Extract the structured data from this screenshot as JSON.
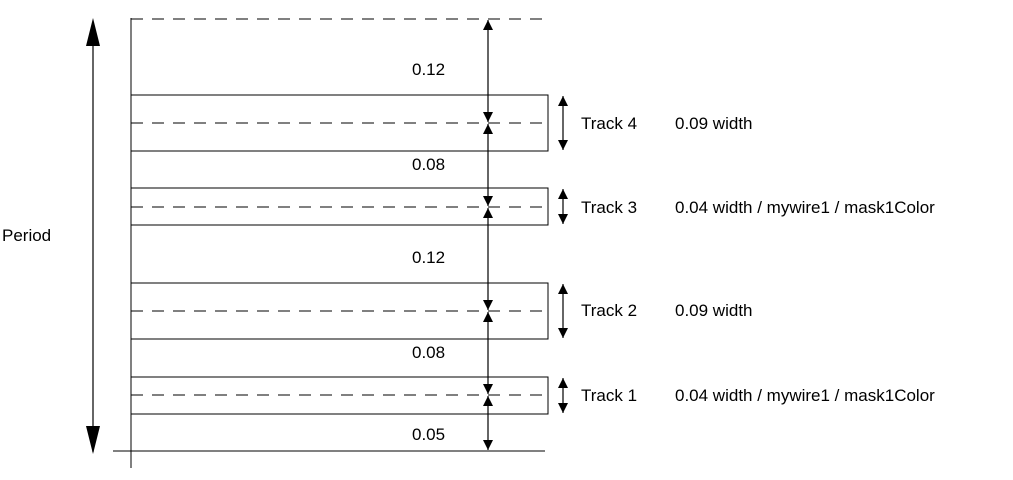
{
  "period_label": "Period",
  "tracks": [
    {
      "name": "Track 4",
      "desc": "0.09 width"
    },
    {
      "name": "Track 3",
      "desc": "0.04 width / mywire1 / mask1Color"
    },
    {
      "name": "Track 2",
      "desc": "0.09 width"
    },
    {
      "name": "Track 1",
      "desc": "0.04 width / mywire1 / mask1Color"
    }
  ],
  "spacings": [
    "0.12",
    "0.08",
    "0.12",
    "0.08",
    "0.05"
  ],
  "colors": {
    "line": "#000000",
    "background": "#ffffff"
  }
}
